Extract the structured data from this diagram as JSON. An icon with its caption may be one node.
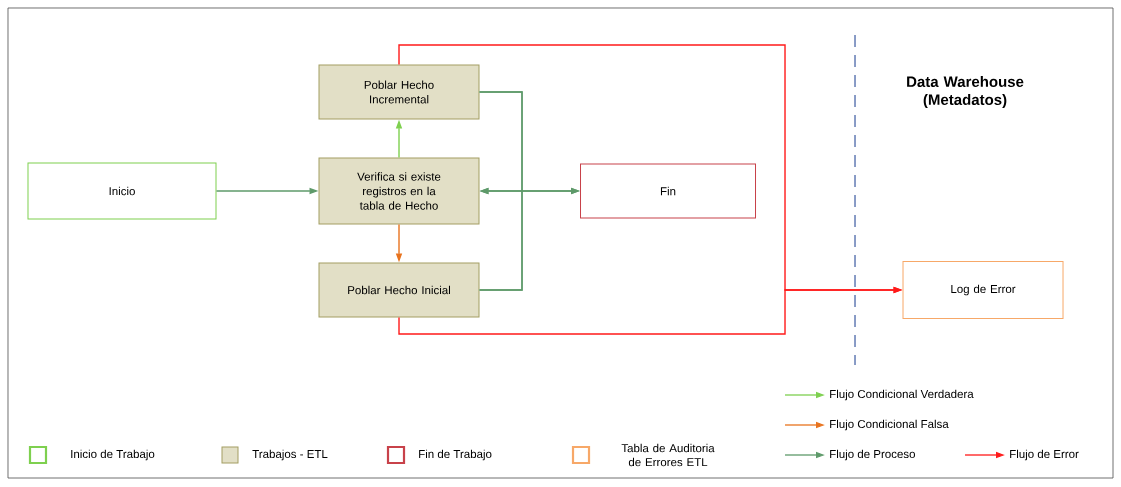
{
  "diagram": {
    "nodes": [
      {
        "text": [
          "Inicio"
        ]
      },
      {
        "text": [
          "Poblar Hecho Incremental"
        ]
      },
      {
        "text": [
          "Verifica si existe registros en la tabla de Hecho"
        ]
      },
      {
        "text": [
          "Poblar Hecho Inicial"
        ]
      },
      {
        "text": [
          "Fin"
        ]
      },
      {
        "text": [
          "Log de Error"
        ]
      }
    ],
    "edges": [
      {
        "from": 0,
        "to": 2,
        "arrow": "to"
      },
      {
        "from": 2,
        "to": 1,
        "arrow": "to",
        "color": "#7ed04f"
      },
      {
        "from": 2,
        "to": 3,
        "arrow": "to",
        "color": "#e8731e"
      },
      {
        "from": 1,
        "to": 2,
        "arrow": "to"
      },
      {
        "from": 3,
        "to": 2,
        "arrow": "to"
      },
      {
        "from": 1,
        "to": 4,
        "arrow": "to"
      },
      {
        "from": 3,
        "to": 4,
        "arrow": "to"
      },
      {
        "from": 1,
        "to": 5,
        "arrow": "to",
        "color": "#ff1a1a"
      },
      {
        "from": 3,
        "to": 5,
        "arrow": "to",
        "color": "#ff1a1a"
      }
    ],
    "labels": [
      "Data Warehouse (Metadatos)"
    ],
    "legend": [
      {
        "text": "Inicio de Trabajo",
        "color": "#7ed04f"
      },
      {
        "text": "Trabajos - ETL",
        "color": "#e2dfc6"
      },
      {
        "text": "Fin de Trabajo",
        "color": "#c8424a"
      },
      {
        "text": "Tabla de Auditoria de Errores ETL",
        "color": "#f7a868"
      },
      {
        "text": "Flujo Condicional Verdadera"
      },
      {
        "text": "Flujo Condicional Falsa"
      },
      {
        "text": "Flujo de Proceso"
      },
      {
        "text": "Flujo de Error"
      }
    ]
  }
}
